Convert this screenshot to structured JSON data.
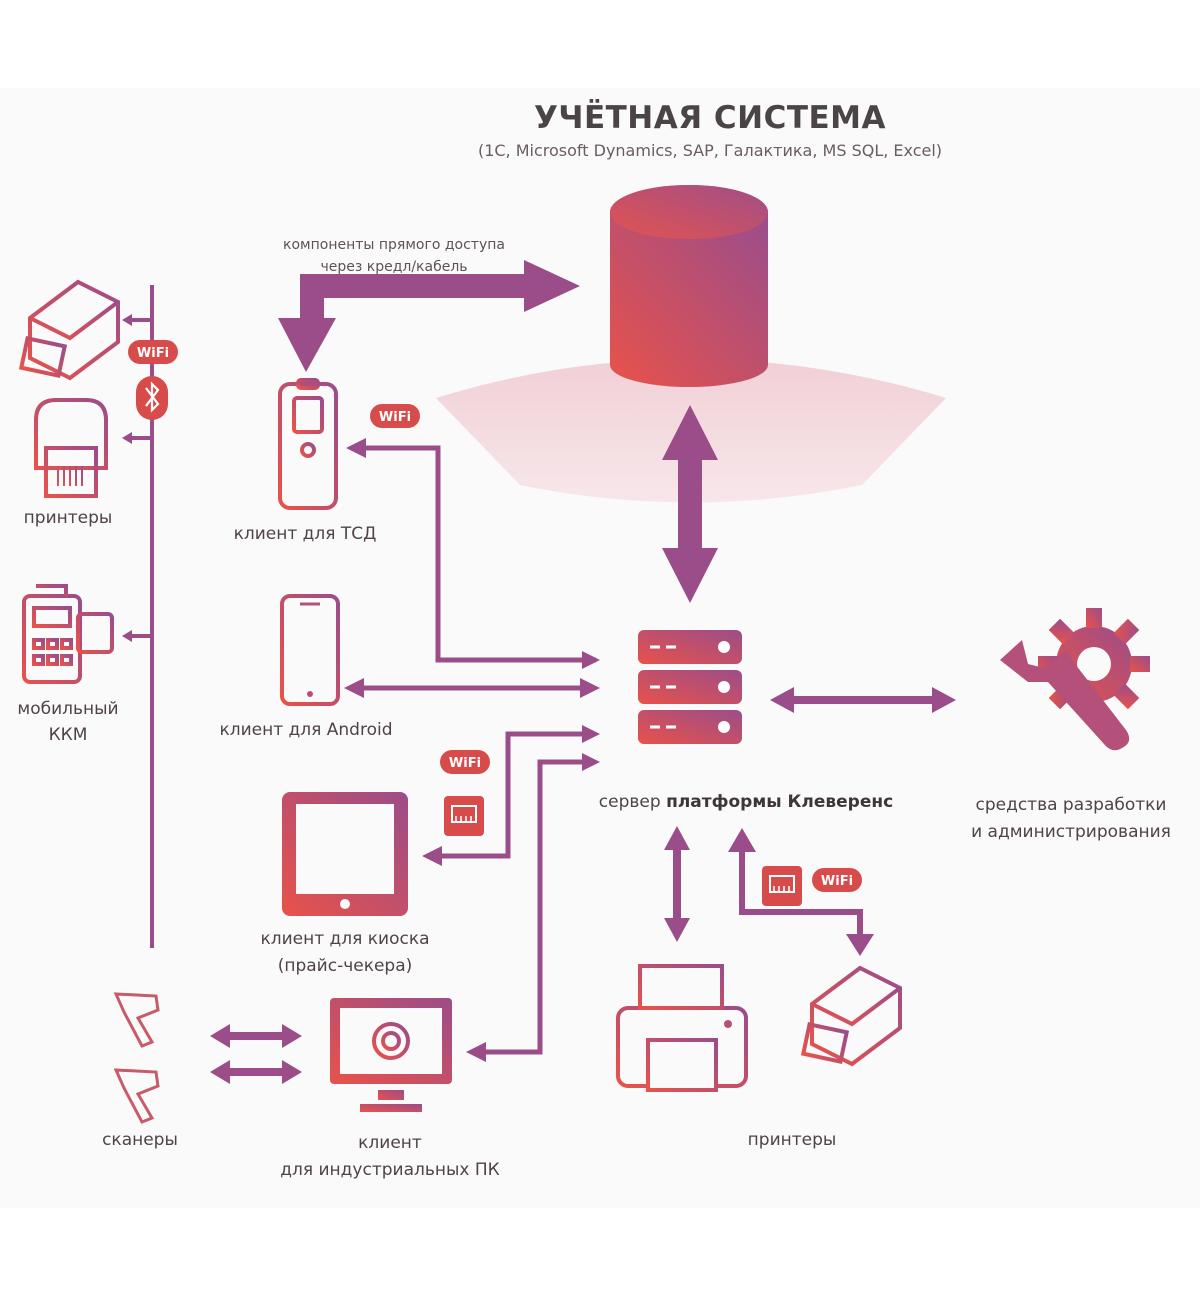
{
  "title": "УЧЁТНАЯ СИСТЕМА",
  "subtitle": "(1С, Microsoft Dynamics, SAP, Галактика, MS SQL, Excel)",
  "direct_access": {
    "line1": "компоненты прямого доступа",
    "line2": "через кредл/кабель"
  },
  "labels": {
    "printers_left": "принтеры",
    "mobile_kkm_line1": "мобильный",
    "mobile_kkm_line2": "ККМ",
    "tsd_client": "клиент для ТСД",
    "android_client": "клиент для Android",
    "kiosk_line1": "клиент для киоска",
    "kiosk_line2": "(прайс-чекера)",
    "scanners": "сканеры",
    "industrial_line1": "клиент",
    "industrial_line2": "для индустриальных ПК",
    "server_prefix": "сервер ",
    "server_bold": "платформы Клеверенс",
    "dev_tools_line1": "средства разработки",
    "dev_tools_line2": "и администрирования",
    "printers_bottom": "принтеры"
  },
  "badges": {
    "wifi": "WiFi"
  },
  "colors": {
    "arrow": "#9b4d8a",
    "gradient_start": "#e8524a",
    "gradient_end": "#9b4d8a",
    "icon_stroke": "#c85a6a",
    "halo": "#f3d6dc"
  }
}
